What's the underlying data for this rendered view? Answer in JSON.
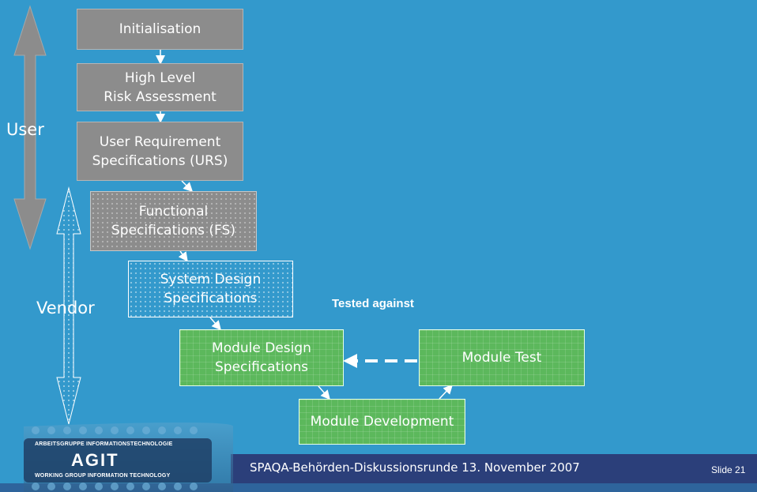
{
  "slide": {
    "boxes": {
      "initialisation": "Initialisation",
      "risk": "High Level\nRisk Assessment",
      "urs": "User Requirement\nSpecifications (URS)",
      "fs": "Functional\nSpecifications (FS)",
      "sds": "System Design\nSpecifications",
      "mds": "Module Design\nSpecifications",
      "module_test": "Module Test",
      "module_dev": "Module Development"
    },
    "labels": {
      "user": "User",
      "vendor": "Vendor",
      "tested_against": "Tested against"
    },
    "footer": {
      "title": "SPAQA-Behörden-Diskussionsrunde 13. November 2007",
      "slide_number": "Slide 21"
    },
    "logo": {
      "top": "ARBEITSGRUPPE INFORMATIONSTECHNOLOGIE",
      "main": "AGIT",
      "bottom": "WORKING GROUP INFORMATION TECHNOLOGY"
    }
  },
  "colors": {
    "background": "#3399cc",
    "gray_box": "#8c8c8c",
    "green_box": "#5cb85c",
    "footer_bar": "#2a2f6b"
  }
}
